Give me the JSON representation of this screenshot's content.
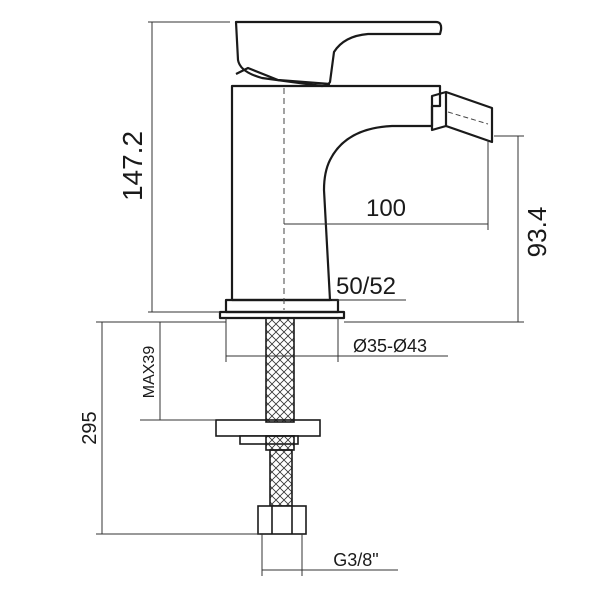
{
  "drawing": {
    "dimensions": {
      "total_height": "147.2",
      "spout_reach": "100",
      "spout_height": "93.4",
      "deck_thickness": "50/52",
      "hole_diameter": "Ø35-Ø43",
      "max_deck": "MAX39",
      "hose_length": "295",
      "thread": "G3/8\""
    },
    "colors": {
      "line": "#1a1a1a",
      "dim_line": "#333333",
      "background": "#ffffff"
    }
  }
}
